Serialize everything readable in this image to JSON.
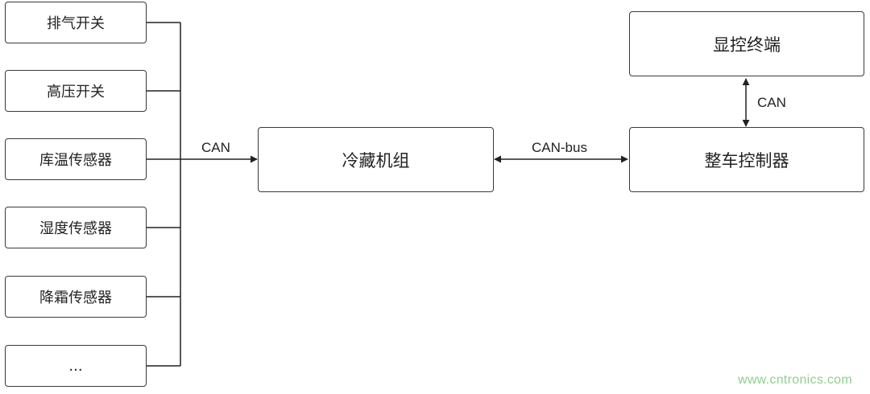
{
  "sensors": [
    {
      "label": "排气开关"
    },
    {
      "label": "高压开关"
    },
    {
      "label": "库温传感器"
    },
    {
      "label": "湿度传感器"
    },
    {
      "label": "降霜传感器"
    },
    {
      "label": "..."
    }
  ],
  "nodes": {
    "refrigeration_unit": "冷藏机组",
    "vehicle_controller": "整车控制器",
    "display_terminal": "显控终端"
  },
  "links": {
    "sensor_bus_label": "CAN",
    "unit_to_controller_label": "CAN-bus",
    "controller_to_display_label": "CAN"
  },
  "watermark": "www.cntronics.com"
}
